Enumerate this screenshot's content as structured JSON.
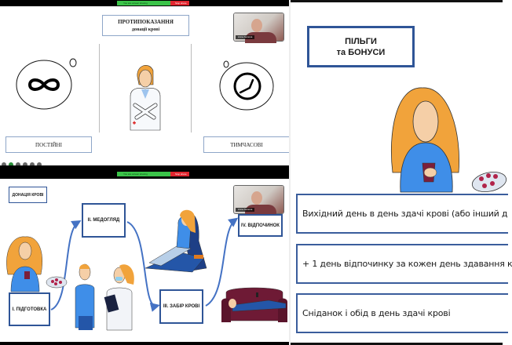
{
  "share_bar": {
    "sharing_label": "You are screen sharing",
    "stop_share_label": "Stop share",
    "colors": {
      "sharing": "#3bc349",
      "stop": "#e0262f"
    }
  },
  "participant": {
    "name": "Anna Ivanova"
  },
  "slide_contraindications": {
    "title": "ПРОТИПОКАЗАННЯ",
    "subtitle": "донації крові",
    "left_icon": "infinity-icon",
    "right_icon": "clock-icon",
    "categories": [
      "ПОСТІЙНІ",
      "ТИМЧАСОВІ"
    ]
  },
  "slide_donation": {
    "title": "ДОНАЦІЯ КРОВІ",
    "steps": [
      "І. ПІДГОТОВКА",
      "ІІ. МЕДОГЛЯД",
      "ІІІ. ЗАБІР КРОВІ",
      "ІV. ВІДПОЧИНОК"
    ]
  },
  "slide_benefits": {
    "title_line1": "ПІЛЬГИ",
    "title_line2": "та БОНУСИ",
    "items": [
      "Вихідний день в день здачі крові (або інший д",
      "+ 1 день відпочинку за кожен день здавання к",
      "Сніданок і обід в день здачі крові"
    ],
    "accent": "#2f5597"
  }
}
